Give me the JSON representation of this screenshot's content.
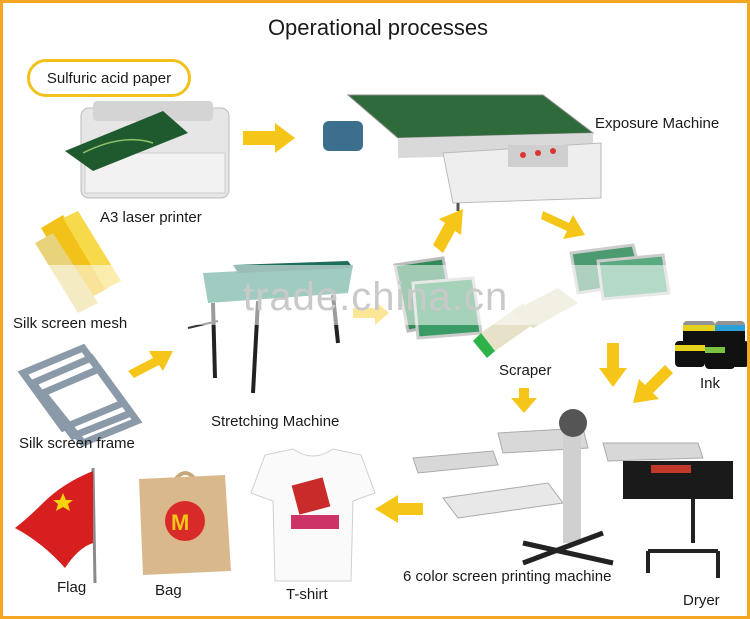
{
  "title": "Operational processes",
  "bubble": "Sulfuric acid paper",
  "labels": {
    "printer": "A3 laser printer",
    "exposure": "Exposure Machine",
    "mesh": "Silk screen mesh",
    "frame": "Silk screen frame",
    "stretching": "Stretching Machine",
    "scraper": "Scraper",
    "ink": "Ink",
    "machine": "6 color screen printing machine",
    "dryer": "Dryer",
    "tshirt": "T-shirt",
    "bag": "Bag",
    "flag": "Flag"
  },
  "watermark": "trade.china.cn",
  "colors": {
    "border": "#f5a623",
    "arrow": "#f5c518",
    "bubble": "#f2c21b"
  }
}
